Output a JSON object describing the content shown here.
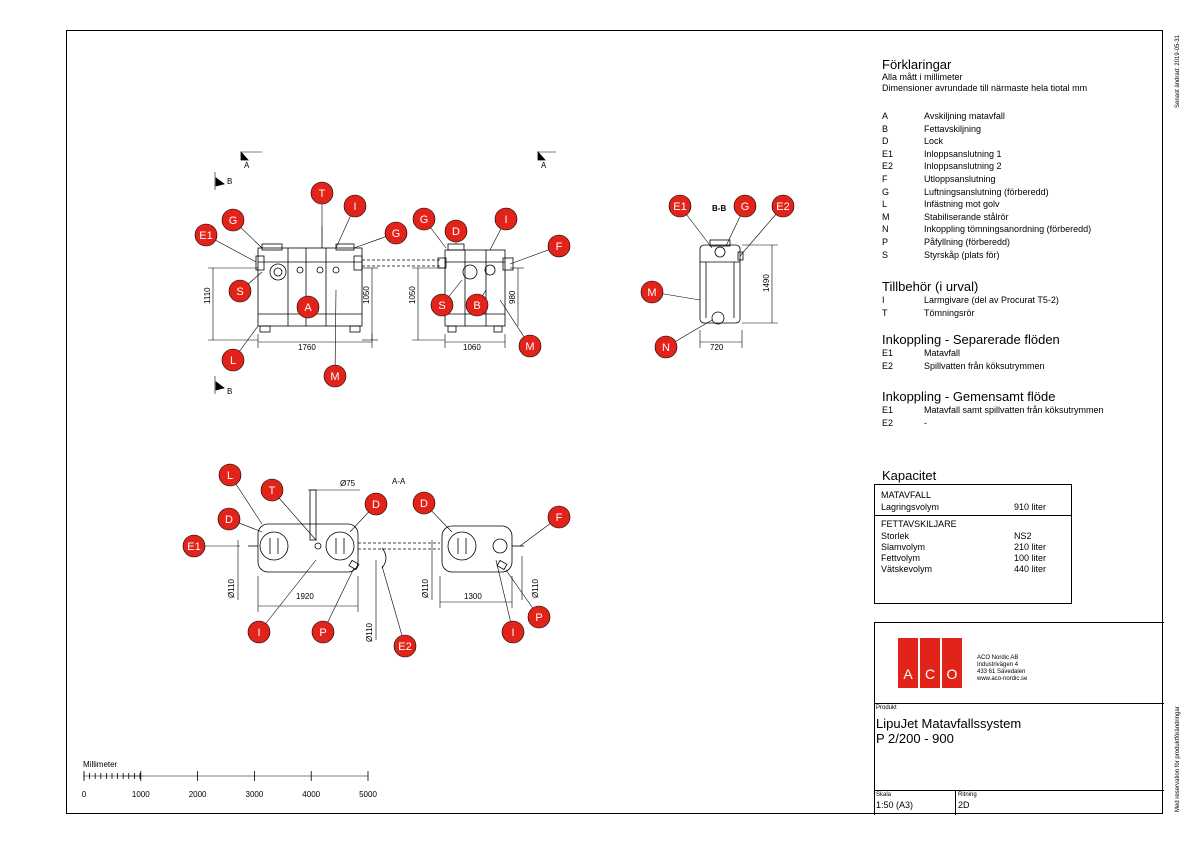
{
  "side_notes": {
    "top": "Senast ändrad: 2019-05-31",
    "bottom": "Med reservation för produktförändringar"
  },
  "legend": {
    "title": "Förklaringar",
    "sub1": "Alla mått i millimeter",
    "sub2": "Dimensioner avrundade till närmaste hela tiotal mm",
    "items": [
      {
        "k": "A",
        "v": "Avskiljning matavfall"
      },
      {
        "k": "B",
        "v": "Fettavskiljning"
      },
      {
        "k": "D",
        "v": "Lock"
      },
      {
        "k": "E1",
        "v": "Inloppsanslutning 1"
      },
      {
        "k": "E2",
        "v": "Inloppsanslutning 2"
      },
      {
        "k": "F",
        "v": "Utloppsanslutning"
      },
      {
        "k": "G",
        "v": "Luftningsanslutning (förberedd)"
      },
      {
        "k": "L",
        "v": "Infästning mot golv"
      },
      {
        "k": "M",
        "v": "Stabiliserande stålrör"
      },
      {
        "k": "N",
        "v": "Inkoppling tömningsanordning (förberedd)"
      },
      {
        "k": "P",
        "v": "Påfyllning (förberedd)"
      },
      {
        "k": "S",
        "v": "Styrskåp (plats för)"
      }
    ]
  },
  "accessories": {
    "title": "Tillbehör (i urval)",
    "items": [
      {
        "k": "I",
        "v": "Larmgivare (del av Procurat T5-2)"
      },
      {
        "k": "T",
        "v": "Tömningsrör"
      }
    ]
  },
  "separated": {
    "title": "Inkoppling - Separerade flöden",
    "items": [
      {
        "k": "E1",
        "v": "Matavfall"
      },
      {
        "k": "E2",
        "v": "Spillvatten från köksutrymmen"
      }
    ]
  },
  "combined": {
    "title": "Inkoppling - Gemensamt flöde",
    "items": [
      {
        "k": "E1",
        "v": "Matavfall samt spillvatten från köksutrymmen"
      },
      {
        "k": "E2",
        "v": "-"
      }
    ]
  },
  "capacity": {
    "title": "Kapacitet",
    "mat_header": "MATAVFALL",
    "mat_rows": [
      {
        "k": "Lagringsvolym",
        "v": "910 liter"
      }
    ],
    "fett_header": "FETTAVSKILJARE",
    "fett_rows": [
      {
        "k": "Storlek",
        "v": "NS2"
      },
      {
        "k": "Slamvolym",
        "v": "210 liter"
      },
      {
        "k": "Fettvolym",
        "v": "100 liter"
      },
      {
        "k": "Vätskevolym",
        "v": "440 liter"
      }
    ]
  },
  "company": {
    "logo": "ACO",
    "name": "ACO Nordic AB",
    "street": "Industrivägen 4",
    "city": "433 61  Sävedalen",
    "web": "www.aco-nordic.se"
  },
  "product": {
    "label": "Produkt",
    "name": "LipuJet Matavfallssystem",
    "model": "P 2/200 - 900"
  },
  "scale": {
    "label": "Skala",
    "value": "1:50 (A3)"
  },
  "drawing_no": {
    "label": "Ritning",
    "value": "2D"
  },
  "scalebar": {
    "title": "Millimeter",
    "ticks": [
      "0",
      "1000",
      "2000",
      "3000",
      "4000",
      "5000"
    ]
  },
  "views": {
    "aa": "A-A",
    "bb": "B-B",
    "sec_a": "A",
    "sec_b": "B"
  },
  "dims": {
    "d1110": "1110",
    "d1050a": "1050",
    "d1050b": "1050",
    "d980": "980",
    "d1490": "1490",
    "d1760": "1760",
    "d1060": "1060",
    "d720": "720",
    "d75": "Ø75",
    "d110a": "Ø110",
    "d110b": "Ø110",
    "d110c": "Ø110",
    "d110d": "Ø110",
    "d1920": "1920",
    "d1300": "1300"
  },
  "callouts": [
    {
      "id": "c1",
      "label": "T"
    },
    {
      "id": "c2",
      "label": "I"
    },
    {
      "id": "c3",
      "label": "G"
    },
    {
      "id": "c4",
      "label": "E1"
    },
    {
      "id": "c5",
      "label": "G"
    },
    {
      "id": "c6",
      "label": "S"
    },
    {
      "id": "c7",
      "label": "A"
    },
    {
      "id": "c8",
      "label": "L"
    },
    {
      "id": "c9",
      "label": "M"
    },
    {
      "id": "c10",
      "label": "G"
    },
    {
      "id": "c11",
      "label": "D"
    },
    {
      "id": "c12",
      "label": "I"
    },
    {
      "id": "c13",
      "label": "F"
    },
    {
      "id": "c14",
      "label": "S"
    },
    {
      "id": "c15",
      "label": "B"
    },
    {
      "id": "c16",
      "label": "M"
    },
    {
      "id": "c17",
      "label": "E1"
    },
    {
      "id": "c18",
      "label": "G"
    },
    {
      "id": "c19",
      "label": "E2"
    },
    {
      "id": "c20",
      "label": "M"
    },
    {
      "id": "c21",
      "label": "N"
    },
    {
      "id": "c22",
      "label": "L"
    },
    {
      "id": "c23",
      "label": "T"
    },
    {
      "id": "c24",
      "label": "D"
    },
    {
      "id": "c25",
      "label": "D"
    },
    {
      "id": "c26",
      "label": "D"
    },
    {
      "id": "c27",
      "label": "F"
    },
    {
      "id": "c28",
      "label": "E1"
    },
    {
      "id": "c29",
      "label": "I"
    },
    {
      "id": "c30",
      "label": "P"
    },
    {
      "id": "c31",
      "label": "E2"
    },
    {
      "id": "c32",
      "label": "I"
    },
    {
      "id": "c33",
      "label": "P"
    }
  ],
  "colors": {
    "callout": "#e2231a",
    "line": "#000000"
  }
}
